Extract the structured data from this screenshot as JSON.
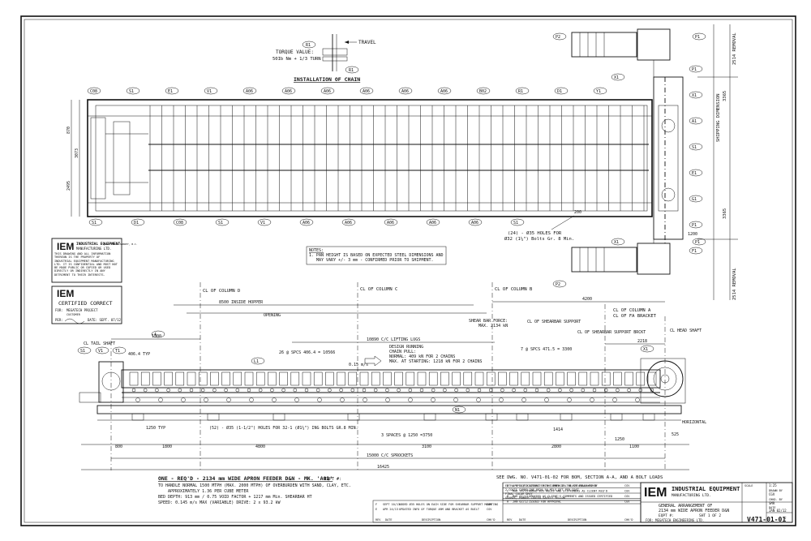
{
  "install_detail": {
    "title": "INSTALLATION OF CHAIN",
    "torque_note": "TORQUE VALUE:",
    "torque_value": "50Ib Nm + 1/3 TURN",
    "travel": "TRAVEL",
    "tags": [
      "R1",
      "R1"
    ]
  },
  "plan_top_tags": [
    "C08",
    "S1",
    "E1",
    "V1",
    "A06",
    "A06",
    "A06",
    "A06",
    "A06",
    "A06",
    "B02",
    "R1",
    "D1",
    "Y1"
  ],
  "plan_bottom_tags": [
    "S1",
    "D1",
    "C08",
    "S1",
    "V1",
    "A06",
    "A06",
    "A06",
    "A06",
    "A06",
    "S1"
  ],
  "plan_right_tags": [
    "P1",
    "X1",
    "A1",
    "S1",
    "E1",
    "G1",
    "P1",
    "F1"
  ],
  "plan_labels": {
    "holes": "(24) - Ø35 HOLES FOR",
    "bolts": "Ø32 (1¼\") Bolts Gr. 8 Min.",
    "shipping_dim": "SHIPPING DIMENSION",
    "dim_right_top": "3365",
    "dim_right_bottom": "3365",
    "removal_top": "2514 REMOVAL",
    "removal_bottom": "2514 REMOVAL",
    "dim_left": [
      "870",
      "3073",
      "2495"
    ],
    "dim_200": "200",
    "dim_1200": "1200"
  },
  "drive_tags": [
    "P2",
    "X1",
    "P1",
    "P1",
    "X1",
    "P2"
  ],
  "company_block": {
    "name": "INDUSTRIAL EQUIPMENT",
    "sub": "MANUFACTURING LTD.",
    "disclaimer": "THIS DRAWING AND ALL INFORMATION THEREON IS THE PROPERTY OF INDUSTRIAL EQUIPMENT MANUFACTURING LTD. IT IS CONFIDENTIAL AND MUST NOT BE MADE PUBLIC OR COPIED OR USED DIRECTLY OR INDIRECTLY IN ANY DETRIMENT TO THEIR INTERESTS.",
    "port": "PORT KELLS SURREY, B.C."
  },
  "certified": {
    "title": "CERTIFIED CORRECT",
    "for": "FOR:",
    "project": "MEGATECH PROJECT",
    "customer": "CUSTOMER",
    "per": "PER:",
    "date": "DATE: SEPT. 07/12"
  },
  "notes": {
    "heading": "NOTES:",
    "line1": "1. PAN HEIGHT IS BASED ON EXPECTED STEEL DIMENSIONS AND",
    "line2": "MAY VARY +/- 3 mm - CONFIRMED PRIOR TO SHIPMENT."
  },
  "elevation": {
    "columns": [
      "CL OF COLUMN D",
      "CL OF COLUMN C",
      "CL OF COLUMN B",
      "CL OF COLUMN A",
      "CL OF FA BRACKET"
    ],
    "hopper": "8500 INSIDE HOPPER",
    "opening": "OPENING",
    "shearbar_force": "SHEAR BAR FORCE:",
    "shearbar_max": "MAX. 2134 kN",
    "shearbar_support": "CL OF SHEARBAR SUPPORT",
    "shearbar_bracket": "CL OF SHEARBAR SUPPORT BRCKT",
    "head_shaft": "CL HEAD SHAFT",
    "tail_shaft": "CL TAIL SHAFT",
    "lifting_lugs": "10890 C/C LIFTING LUGS",
    "design": "DESIGN RUNNING",
    "chain_pull": "CHAIN PULL:",
    "normal": "NORMAL: 409 kN FOR 2 CHAINS",
    "max_start": "MAX. AT STARTING: 1218 kN FOR 2 CHAINS",
    "spcs1": "26 @ SPCS 406.4 = 10566",
    "spcs2": "7 @ SPCS 471.5 = 3300",
    "travel_speed": "0.15 m/s",
    "holes_note": "(52) - Ø35 (1-1/2\") HOLES FOR 32-1 (Ø1¼\") ING BOLTS GR.8 MIN.",
    "spaces": "3 SPACES @ 1250 =3750",
    "horizontal": "HORIZONTAL",
    "dim_4200": "4200",
    "dim_2218": "2218",
    "dim_1300": "1300",
    "dim_400": "406.4 TYP",
    "dim_1250typ": "1250 TYP",
    "bottom_dims": [
      "800",
      "1800",
      "4800",
      "3100",
      "2800",
      "1100",
      "1250",
      "1414",
      "525"
    ],
    "sprockets": "15000 C/C SPROCKETS",
    "overall": "16425",
    "tags": [
      "S1",
      "V1",
      "T1",
      "A",
      "L1",
      "N1",
      "X1"
    ]
  },
  "title_note": {
    "line1": "ONE - REQ'D - 2134 mm WIDE APRON FEEDER D&N - MK. 'A01'",
    "eqpt": "EQPT #:",
    "line2": "TO HANDLE NORMAL 1500 MTPH (MAX. 2000 MTPH) OF OVERBURDEN WITH SAND, CLAY, ETC.",
    "line3": "APPROXIMATELY 1.36 PER CUBE METER",
    "line4": "BED DEPTH: 913 mm / 0.75 VOID FACTOR + 1217 mm Min. SHEARBAR HT",
    "line5": "SPEED: 0.145 m/s MAX (VARIABLE)   DRIVE: 2 x 93.2 kW"
  },
  "see_note": "SEE DWG. NO. V471-01-02 FOR BOM, SECTION A-A, AND A BOLT LOADS",
  "spec_lines": [
    "EXTRA SPECIFICATIONS: MIN COMMERCIAL BLAST FOLLOWED BY",
    "2 COATS CARBOLINE 8820 50 MILS DFT PER COAT",
    "FINAL COLOR GREY",
    "GUARDS, POWDER COATED SAFETY YELLOW"
  ],
  "revisions": [
    {
      "rev": "D",
      "date": "APR 24/13",
      "desc": "CORRECTED THE INFO OF THE SHEARBAR FORCE",
      "chk": "CGV"
    },
    {
      "rev": "C",
      "date": "MAR 14/13",
      "desc": "ADDED Ø35 HOLES AND STIFFENERS AS CLIENT REQ'D",
      "chk": "CGV"
    },
    {
      "rev": "B",
      "date": "MAR 02/13",
      "desc": "UPDATED AS CLIENT'S COMMENTS AND ISSUED CERTIFIED",
      "chk": "CGV"
    },
    {
      "rev": "A",
      "date": "JAN 02/12",
      "desc": "ISSUED FOR APPROVAL",
      "chk": "CGV"
    }
  ],
  "revisions_left": [
    {
      "rev": "F",
      "date": "SEPT 10/13",
      "desc": "ADDED Ø35 HOLES ON EACH SIDE FOR SHEARBAR SUPPORT MOUNTING",
      "chk": "CGV"
    },
    {
      "rev": "E",
      "date": "APR 24/13",
      "desc": "UPDATED INFO OF TORQUE ARM AND BRACKET AS BUILT",
      "chk": "CGV"
    }
  ],
  "rev_headers": [
    "REV",
    "DATE",
    "DESCRIPTION",
    "CHK'D"
  ],
  "title_block": {
    "company": "INDUSTRIAL EQUIPMENT",
    "company_sub": "MANUFACTURING LTD.",
    "desc1": "GENERAL ARRANGEMENT OF",
    "desc2": "2134 mm WIDE APRON FEEDER D&N",
    "eqpt": "EQPT #:",
    "sheet": "SHT 1 OF 2",
    "for": "FOR: MEGATECH ENGINEERING LTD.",
    "scale_label": "SCALE",
    "scale": "1:25",
    "drawn_label": "DRAWN BY",
    "drawn": "CGV",
    "chk_label": "CHKD. BY",
    "chk": "SMR",
    "date_label": "DATE",
    "date": "JAN 02/12",
    "dwg_no": "V471-01-01",
    "rev": "F"
  }
}
